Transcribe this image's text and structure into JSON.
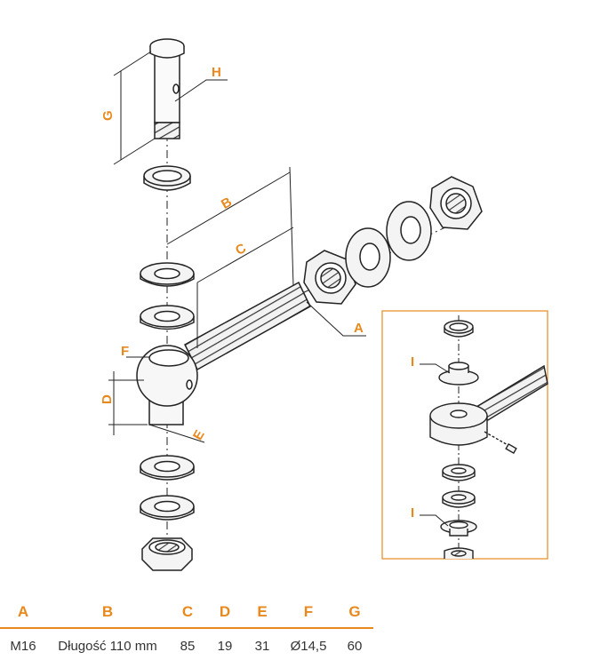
{
  "labels": {
    "a": "A",
    "b": "B",
    "c": "C",
    "d": "D",
    "e": "E",
    "f": "F",
    "g": "G",
    "h": "H",
    "i_top": "I",
    "i_bottom": "I"
  },
  "table": {
    "headers": [
      "A",
      "B",
      "C",
      "D",
      "E",
      "F",
      "G"
    ],
    "row": [
      "M16",
      "Długość 110 mm",
      "85",
      "19",
      "31",
      "Ø14,5",
      "60"
    ]
  },
  "colors": {
    "accent": "#E8891E",
    "line": "#222222",
    "text": "#333333"
  }
}
